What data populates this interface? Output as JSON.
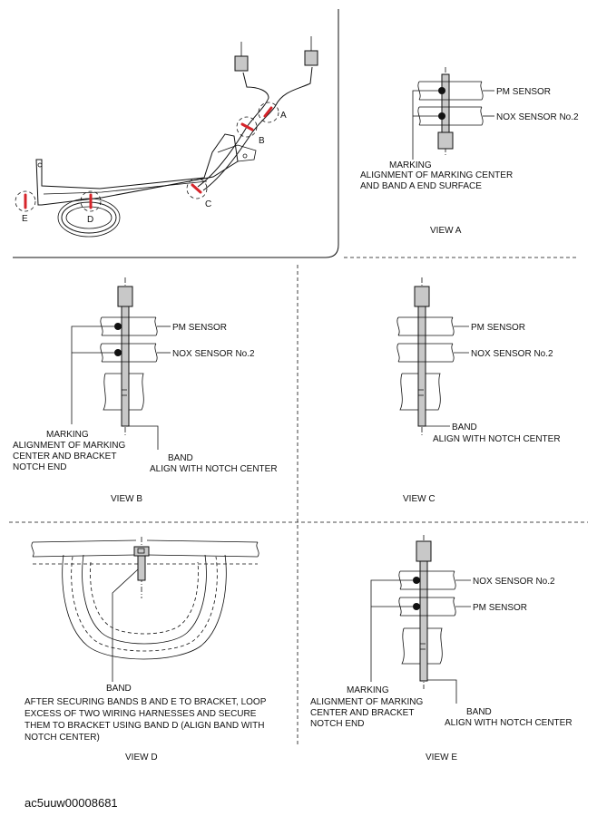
{
  "overview": {
    "callouts": [
      "A",
      "B",
      "C",
      "D",
      "E"
    ]
  },
  "view_a": {
    "labels": {
      "pm_sensor": "PM SENSOR",
      "nox_sensor": "NOX SENSOR No.2"
    },
    "note": [
      "MARKING",
      "ALIGNMENT OF MARKING CENTER",
      "AND BAND A END SURFACE"
    ],
    "caption": "VIEW A"
  },
  "view_b": {
    "labels": {
      "pm_sensor": "PM SENSOR",
      "nox_sensor": "NOX SENSOR No.2"
    },
    "note": [
      "MARKING",
      "ALIGNMENT OF MARKING",
      "CENTER AND BRACKET",
      "NOTCH END"
    ],
    "band_note": [
      "BAND",
      "ALIGN WITH NOTCH CENTER"
    ],
    "caption": "VIEW B"
  },
  "view_c": {
    "labels": {
      "pm_sensor": "PM SENSOR",
      "nox_sensor": "NOX SENSOR No.2"
    },
    "band_note": [
      "BAND",
      "ALIGN WITH NOTCH CENTER"
    ],
    "caption": "VIEW C"
  },
  "view_d": {
    "band_note": [
      "BAND",
      "AFTER SECURING BANDS B AND E TO BRACKET, LOOP",
      "EXCESS OF TWO WIRING HARNESSES AND SECURE",
      "THEM TO BRACKET USING BAND D (ALIGN BAND WITH",
      "NOTCH CENTER)"
    ],
    "caption": "VIEW D"
  },
  "view_e": {
    "labels": {
      "nox_sensor": "NOX SENSOR No.2",
      "pm_sensor": "PM SENSOR"
    },
    "note": [
      "MARKING",
      "ALIGNMENT OF MARKING",
      "CENTER AND BRACKET",
      "NOTCH END"
    ],
    "band_note": [
      "BAND",
      "ALIGN WITH NOTCH CENTER"
    ],
    "caption": "VIEW E"
  },
  "figure_id": "ac5uuw00008681"
}
